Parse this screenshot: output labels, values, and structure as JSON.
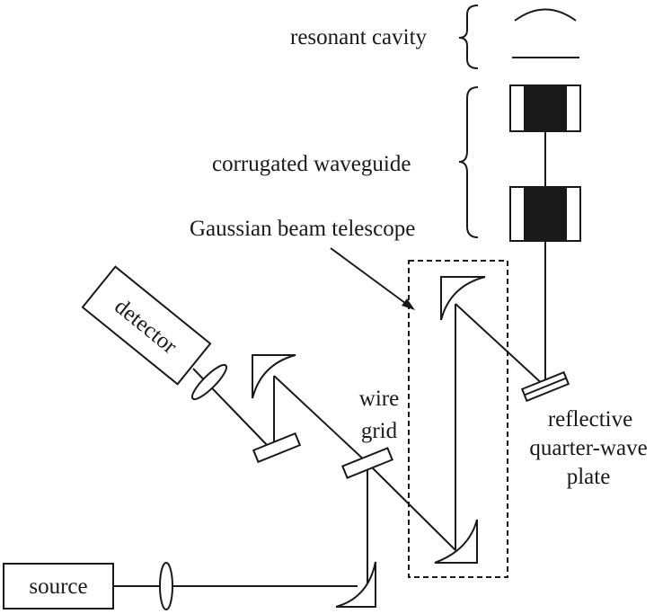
{
  "labels": {
    "resonant_cavity": "resonant cavity",
    "corrugated_waveguide": "corrugated waveguide",
    "gaussian_beam_telescope": "Gaussian beam telescope",
    "detector": "detector",
    "wire_grid_line1": "wire",
    "wire_grid_line2": "grid",
    "reflective_line1": "reflective",
    "reflective_line2": "quarter-wave",
    "reflective_line3": "plate",
    "source": "source"
  }
}
